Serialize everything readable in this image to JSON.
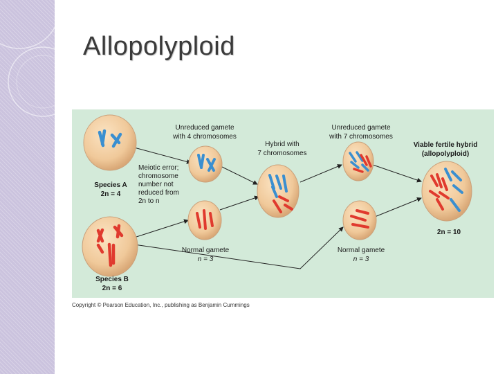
{
  "slide": {
    "title": "Allopolyploid"
  },
  "figure": {
    "colors": {
      "background": "#d3ead9",
      "cell": "#f0c99a",
      "chromosome_a": "#3a8fd0",
      "chromosome_b": "#e03a2e"
    },
    "labels": {
      "unreduced_gamete_4_line1": "Unreduced gamete",
      "unreduced_gamete_4_line2": "with 4 chromosomes",
      "hybrid_line1": "Hybrid with",
      "hybrid_line2": "7 chromosomes",
      "unreduced_gamete_7_line1": "Unreduced gamete",
      "unreduced_gamete_7_line2": "with 7 chromosomes",
      "viable_line1": "Viable fertile hybrid",
      "viable_line2": "(allopolyploid)",
      "meiotic_line1": "Meiotic error;",
      "meiotic_line2": "chromosome",
      "meiotic_line3": "number not",
      "meiotic_line4": "reduced from",
      "meiotic_line5": "2n to n",
      "species_a_line1": "Species A",
      "species_a_line2": "2n = 4",
      "species_b_line1": "Species B",
      "species_b_line2": "2n = 6",
      "normal_gamete_1_line1": "Normal gamete",
      "normal_gamete_1_line2": "n = 3",
      "normal_gamete_2_line1": "Normal gamete",
      "normal_gamete_2_line2": "n = 3",
      "result_count": "2n = 10"
    }
  },
  "footer": {
    "copyright": "Copyright © Pearson Education, Inc., publishing as Benjamin Cummings"
  }
}
